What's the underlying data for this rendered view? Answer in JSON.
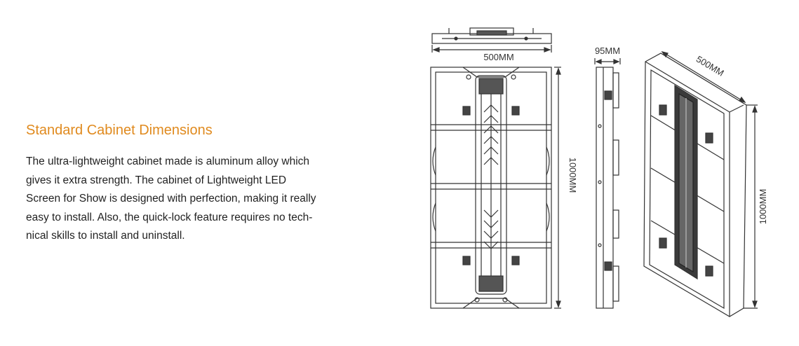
{
  "section": {
    "title": "Standard Cabinet Dimensions",
    "lines": [
      "The ultra-lightweight cabinet made is aluminum alloy which",
      "gives it extra strength. The cabinet of Lightweight LED",
      "Screen for Show is designed with perfection, making it really",
      "easy to install. Also, the quick-lock feature requires no tech-",
      "nical skills to install and uninstall."
    ]
  },
  "drawing": {
    "width_label": "500MM",
    "height_label_front": "1000MM",
    "depth_label": "95MM",
    "iso_width_label": "500MM",
    "iso_height_label": "1000MM"
  },
  "colors": {
    "title": "#e08a1e",
    "text": "#222222",
    "line": "#333333"
  }
}
